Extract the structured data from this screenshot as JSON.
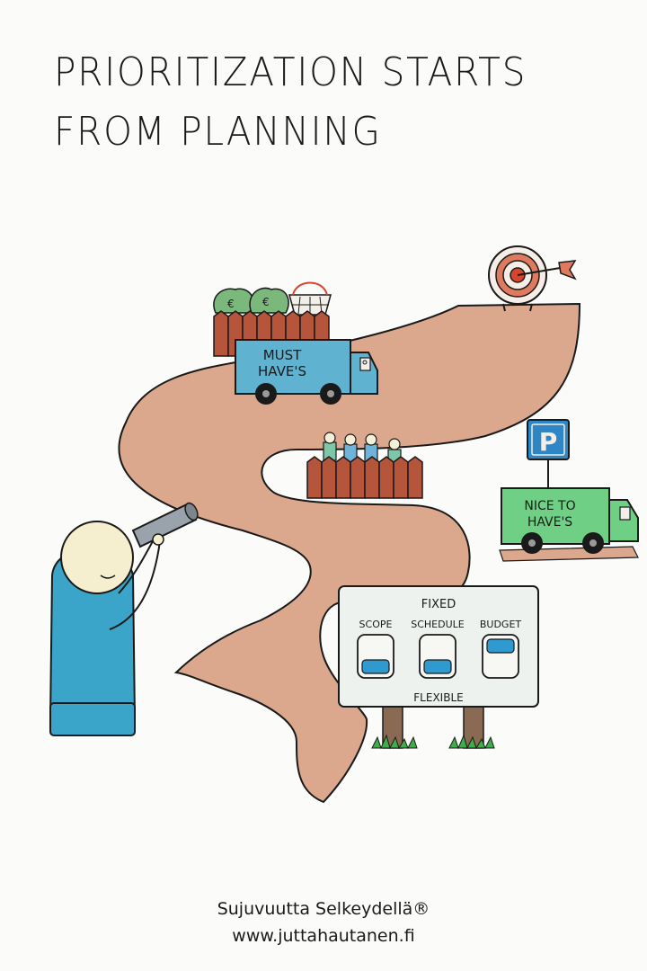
{
  "title": {
    "line1": "Prioritization starts",
    "line2": "from planning"
  },
  "trucks": {
    "must": {
      "line1": "MUST",
      "line2": "HAVE's"
    },
    "nice": {
      "line1": "NICE TO",
      "line2": "HAVE's"
    }
  },
  "parking_sign": "P",
  "billboard": {
    "fixed": "FIXED",
    "flexible": "FLEXIBLE",
    "columns": [
      "SCOPE",
      "SCHEDULE",
      "BUDGET"
    ],
    "levels": [
      "low",
      "low",
      "high"
    ]
  },
  "footer": {
    "brand": "Sujuvuutta Selkeydellä®",
    "url": "www.juttahautanen.fi"
  },
  "colors": {
    "road": "#dba88e",
    "must_truck": "#5fb3d0",
    "nice_truck": "#6fcf85",
    "person": "#3aa5c9",
    "fence": "#b5553c",
    "sign": "#2f86c5",
    "target": "#d9442c"
  }
}
